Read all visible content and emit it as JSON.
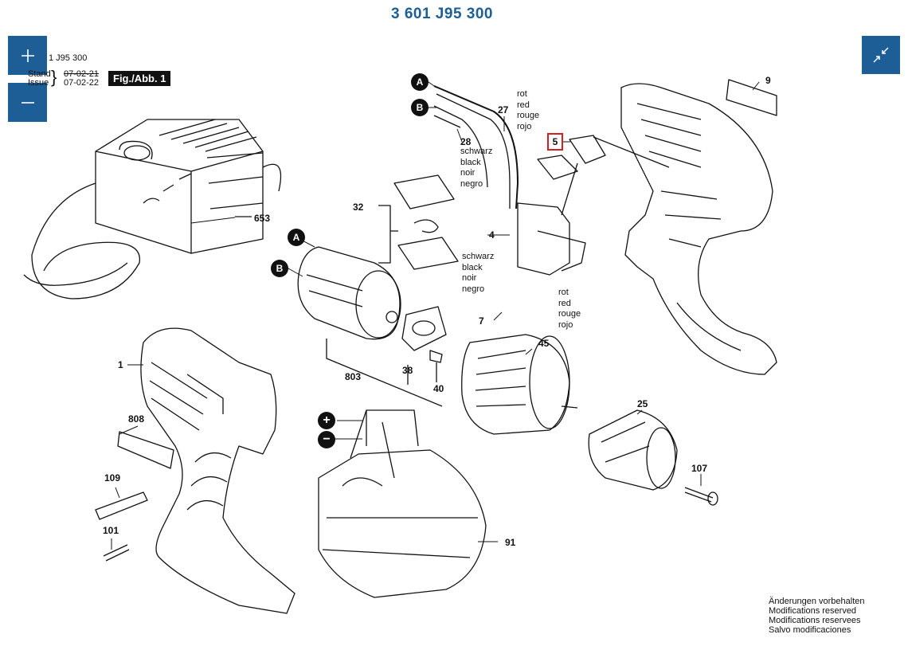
{
  "title": "3 601 J95 300",
  "controls": {
    "zoom_in_icon": "plus-icon",
    "zoom_out_icon": "minus-icon",
    "collapse_icon": "collapse-arrows-icon",
    "accent": "#1d5e96"
  },
  "header": {
    "model": "1 J95 300",
    "stand_label": "Stand",
    "issue_label": "Issue",
    "brace": "}",
    "date1": "07-02-21",
    "date2": "07-02-22",
    "fig": "Fig./Abb. 1"
  },
  "labels": {
    "p9": "9",
    "p27": "27",
    "p28": "28",
    "p5": "5",
    "p32": "32",
    "p653": "653",
    "p4": "4",
    "p7": "7",
    "p1": "1",
    "p803": "803",
    "p38": "38",
    "p40": "40",
    "p45": "45",
    "p808": "808",
    "p25": "25",
    "p109": "109",
    "p107": "107",
    "p101": "101",
    "p91": "91"
  },
  "badges": {
    "a": "A",
    "b": "B",
    "plus": "+",
    "minus": "−"
  },
  "wire_red": [
    "rot",
    "red",
    "rouge",
    "rojo"
  ],
  "wire_black": [
    "schwarz",
    "black",
    "noir",
    "negro"
  ],
  "highlight_color": "#d21f1f",
  "notes": [
    "Änderungen vorbehalten",
    "Modifications reserved",
    "Modifications reservees",
    "Salvo modificaciones"
  ]
}
